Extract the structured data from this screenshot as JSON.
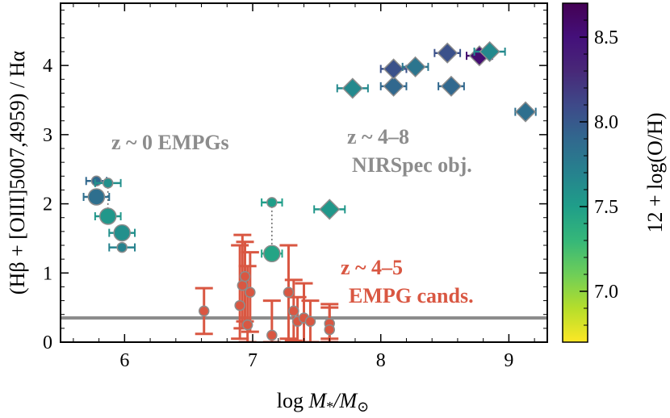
{
  "chart_data": {
    "type": "scatter",
    "title": "",
    "xlabel": "log M_*/M_⊙",
    "xlabel_parts": {
      "prefix": "log ",
      "num": "M",
      "num_sub": "*",
      "slash": "/",
      "den": "M",
      "den_sub": "⊙"
    },
    "ylabel": "(Hβ + [OIII]5007,4959) / Hα",
    "xlim": [
      5.5,
      9.3
    ],
    "ylim": [
      0,
      4.9
    ],
    "xticks": [
      "6",
      "7",
      "8",
      "9"
    ],
    "yticks": [
      "0",
      "1",
      "2",
      "3",
      "4"
    ],
    "grid": false,
    "reference_line_y": 0.35,
    "colorbar": {
      "label": "12 + log(O/H)",
      "range": [
        6.7,
        8.7
      ],
      "ticks": [
        "7.0",
        "7.5",
        "8.0",
        "8.5"
      ],
      "colormap": "viridis_r"
    },
    "annotations": [
      {
        "text": "z ~ 0 EMPGs",
        "color": "#8c8c8c"
      },
      {
        "text": "z ~ 4–8",
        "color": "#8c8c8c"
      },
      {
        "text": "NIRSpec obj.",
        "color": "#8c8c8c"
      },
      {
        "text": "z ~ 4–5",
        "color": "#d95742"
      },
      {
        "text": "EMPG cands.",
        "color": "#d95742"
      }
    ],
    "series": [
      {
        "marker": "diamond",
        "points": [
          {
            "x": 7.6,
            "y": 1.92,
            "z": 7.55,
            "xerr": 0.12
          },
          {
            "x": 7.78,
            "y": 3.67,
            "z": 7.65,
            "xerr": 0.12
          },
          {
            "x": 8.1,
            "y": 3.7,
            "z": 7.9,
            "xerr": 0.1
          },
          {
            "x": 8.1,
            "y": 3.95,
            "z": 8.05,
            "xerr": 0.1
          },
          {
            "x": 8.27,
            "y": 3.98,
            "z": 7.8,
            "xerr": 0.1
          },
          {
            "x": 8.52,
            "y": 4.18,
            "z": 8.05,
            "xerr": 0.1
          },
          {
            "x": 8.55,
            "y": 3.7,
            "z": 7.9,
            "xerr": 0.1
          },
          {
            "x": 8.77,
            "y": 4.14,
            "z": 8.55,
            "xerr": 0.1
          },
          {
            "x": 8.85,
            "y": 4.2,
            "z": 7.65,
            "xerr": 0.12
          },
          {
            "x": 9.13,
            "y": 3.33,
            "z": 7.85,
            "xerr": 0.08
          }
        ]
      },
      {
        "marker": "circle",
        "points": [
          {
            "x": 5.78,
            "y": 2.33,
            "z": 7.9,
            "xerr": 0.08,
            "size": "small"
          },
          {
            "x": 5.87,
            "y": 2.3,
            "z": 7.6,
            "xerr": 0.1,
            "size": "small"
          },
          {
            "x": 5.78,
            "y": 2.1,
            "z": 7.85,
            "xerr": 0.1,
            "size": "large"
          },
          {
            "x": 5.87,
            "y": 1.82,
            "z": 7.55,
            "xerr": 0.1,
            "size": "large"
          },
          {
            "x": 5.98,
            "y": 1.58,
            "z": 7.6,
            "xerr": 0.1,
            "size": "large"
          },
          {
            "x": 5.98,
            "y": 1.37,
            "z": 7.7,
            "xerr": 0.1,
            "size": "small"
          },
          {
            "x": 7.15,
            "y": 2.02,
            "z": 7.5,
            "xerr": 0.08,
            "size": "small"
          },
          {
            "x": 7.15,
            "y": 1.28,
            "z": 7.45,
            "xerr": 0.08,
            "size": "large"
          }
        ]
      },
      {
        "marker": "circle-red",
        "points": [
          {
            "x": 6.62,
            "y": 0.45,
            "ylo": 0.12,
            "yhi": 0.78
          },
          {
            "x": 6.9,
            "y": 0.53,
            "ylo": 0.05,
            "yhi": 1.4
          },
          {
            "x": 6.92,
            "y": 0.82,
            "ylo": 0.2,
            "yhi": 1.55
          },
          {
            "x": 6.94,
            "y": 0.95,
            "ylo": 0.3,
            "yhi": 1.45
          },
          {
            "x": 6.96,
            "y": 0.25,
            "ylo": 0.0,
            "yhi": 1.1
          },
          {
            "x": 6.98,
            "y": 0.72,
            "ylo": 0.15,
            "yhi": 1.3
          },
          {
            "x": 7.15,
            "y": 0.1,
            "ylo": 0.0,
            "yhi": 0.6
          },
          {
            "x": 7.28,
            "y": 0.72,
            "ylo": 0.05,
            "yhi": 1.4
          },
          {
            "x": 7.32,
            "y": 0.45,
            "ylo": 0.02,
            "yhi": 0.9
          },
          {
            "x": 7.35,
            "y": 0.3,
            "ylo": 0.0,
            "yhi": 0.65
          },
          {
            "x": 7.4,
            "y": 0.35,
            "ylo": 0.0,
            "yhi": 0.85
          },
          {
            "x": 7.45,
            "y": 0.3,
            "ylo": 0.0,
            "yhi": 0.6
          },
          {
            "x": 7.6,
            "y": 0.27,
            "ylo": 0.05,
            "yhi": 0.55
          },
          {
            "x": 7.6,
            "y": 0.18,
            "ylo": 0.0,
            "yhi": 0.5
          }
        ]
      }
    ],
    "connectors": [
      {
        "x": 5.87,
        "y1": 2.3,
        "y2": 1.82
      },
      {
        "x": 7.15,
        "y1": 2.02,
        "y2": 1.28
      }
    ]
  }
}
